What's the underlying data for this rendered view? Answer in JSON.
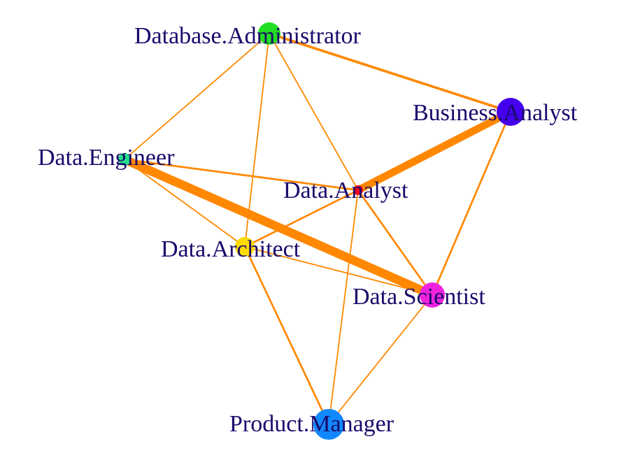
{
  "network": {
    "nodes": [
      {
        "id": "dba",
        "label": "Database.Administrator",
        "color": "#22dd22"
      },
      {
        "id": "ba",
        "label": "Business.Analyst",
        "color": "#4400ee"
      },
      {
        "id": "de",
        "label": "Data.Engineer",
        "color": "#22dd88"
      },
      {
        "id": "da",
        "label": "Data.Analyst",
        "color": "#ee0022"
      },
      {
        "id": "arch",
        "label": "Data.Architect",
        "color": "#ffdd00"
      },
      {
        "id": "ds",
        "label": "Data.Scientist",
        "color": "#ee22dd"
      },
      {
        "id": "pm",
        "label": "Product.Manager",
        "color": "#1188ff"
      }
    ],
    "edges": [
      {
        "source": "dba",
        "target": "ba",
        "weight": 2
      },
      {
        "source": "dba",
        "target": "de",
        "weight": 1
      },
      {
        "source": "dba",
        "target": "da",
        "weight": 1
      },
      {
        "source": "dba",
        "target": "arch",
        "weight": 1
      },
      {
        "source": "ba",
        "target": "da",
        "weight": 6
      },
      {
        "source": "ba",
        "target": "ds",
        "weight": 1.5
      },
      {
        "source": "de",
        "target": "da",
        "weight": 1.5
      },
      {
        "source": "de",
        "target": "ds",
        "weight": 7
      },
      {
        "source": "de",
        "target": "arch",
        "weight": 1
      },
      {
        "source": "da",
        "target": "arch",
        "weight": 1.5
      },
      {
        "source": "da",
        "target": "ds",
        "weight": 1.5
      },
      {
        "source": "da",
        "target": "pm",
        "weight": 1
      },
      {
        "source": "arch",
        "target": "ds",
        "weight": 1
      },
      {
        "source": "arch",
        "target": "pm",
        "weight": 1.5
      },
      {
        "source": "ds",
        "target": "pm",
        "weight": 1
      }
    ],
    "edge_color": "#ff8800"
  }
}
